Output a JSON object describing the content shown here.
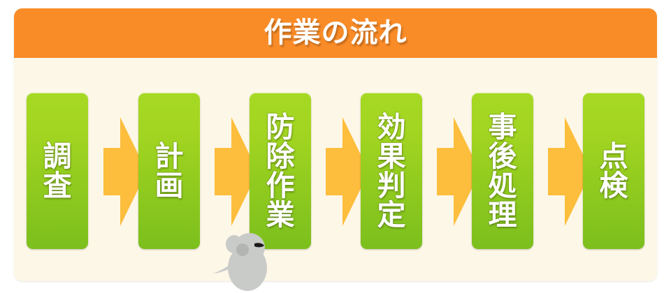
{
  "header": {
    "title": "作業の流れ",
    "background_color": "#fa8c28",
    "title_color": "#ffffff"
  },
  "card": {
    "background_color": "#fdf7e7"
  },
  "flow": {
    "arrow_color": "#fdbe3d",
    "step_color_top": "#a6d923",
    "step_color_bottom": "#7cbf1d",
    "steps": [
      {
        "id": "step-1",
        "label": "調査",
        "lines": [
          "調",
          "査"
        ]
      },
      {
        "id": "step-2",
        "label": "計画",
        "lines": [
          "計",
          "画"
        ]
      },
      {
        "id": "step-3",
        "label": "防除作業",
        "lines": [
          "防",
          "除",
          "作",
          "業"
        ]
      },
      {
        "id": "step-4",
        "label": "効果判定",
        "lines": [
          "効",
          "果",
          "判",
          "定"
        ]
      },
      {
        "id": "step-5",
        "label": "事後処理",
        "lines": [
          "事",
          "後",
          "処",
          "理"
        ]
      },
      {
        "id": "step-6",
        "label": "点検",
        "lines": [
          "点",
          "検"
        ]
      }
    ],
    "arrows": [
      {
        "id": "arrow-1",
        "from": "調査",
        "to": "計画"
      },
      {
        "id": "arrow-2",
        "from": "計画",
        "to": "防除作業"
      },
      {
        "id": "arrow-3",
        "from": "防除作業",
        "to": "効果判定"
      },
      {
        "id": "arrow-4",
        "from": "効果判定",
        "to": "事後処理"
      },
      {
        "id": "arrow-5",
        "from": "事後処理",
        "to": "点検"
      }
    ]
  },
  "decoration": {
    "mouse": {
      "name": "mouse-illustration",
      "body_color": "#c9cbc9",
      "ear_color": "#b3b5b3",
      "eye_color": "#1a1a1a"
    }
  }
}
